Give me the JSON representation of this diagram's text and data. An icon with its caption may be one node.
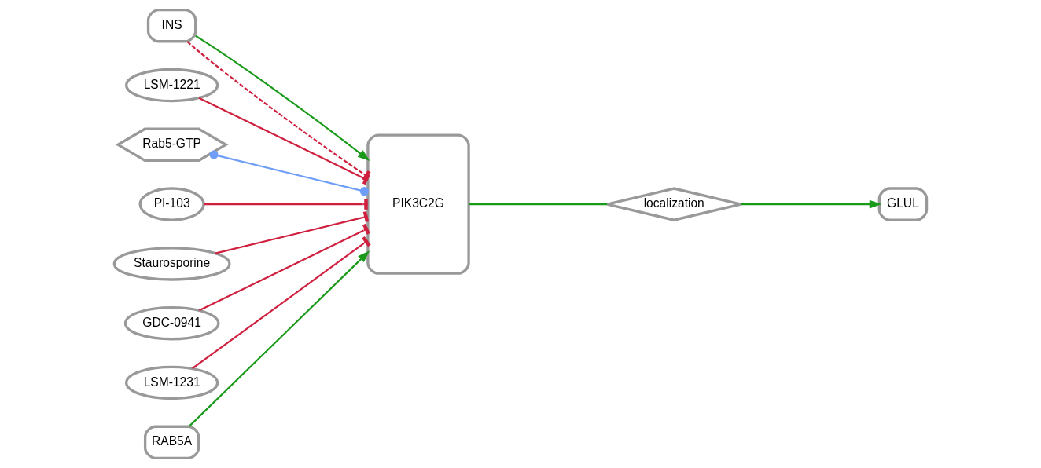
{
  "diagram": {
    "nodes": [
      {
        "text": [
          "INS"
        ]
      },
      {
        "text": [
          "LSM-1221"
        ]
      },
      {
        "text": [
          "Rab5-GTP"
        ]
      },
      {
        "text": [
          "PI-103"
        ]
      },
      {
        "text": [
          "Staurosporine"
        ]
      },
      {
        "text": [
          "GDC-0941"
        ]
      },
      {
        "text": [
          "LSM-1231"
        ]
      },
      {
        "text": [
          "RAB5A"
        ]
      },
      {
        "text": [
          "PIK3C2G"
        ]
      },
      {
        "text": [
          "localization"
        ]
      },
      {
        "text": [
          "GLUL"
        ]
      }
    ],
    "edges": [
      {
        "from": 0,
        "to": 8,
        "arrow": "other",
        "style": "dashed"
      },
      {
        "from": 0,
        "to": 8,
        "arrow": "to",
        "color": "#1a9a1a"
      },
      {
        "from": 1,
        "to": 8,
        "arrow": "other"
      },
      {
        "from": 4,
        "to": 8,
        "arrow": "other"
      },
      {
        "from": 3,
        "to": 8,
        "arrow": "other"
      },
      {
        "from": 5,
        "to": 8,
        "arrow": "other"
      },
      {
        "from": 6,
        "to": 8,
        "arrow": "other"
      },
      {
        "from": 7,
        "to": 8,
        "arrow": "to",
        "color": "#1a9a1a"
      },
      {
        "from": 2,
        "to": 8,
        "arrow": "other",
        "color": "#6f9ef8"
      },
      {
        "from": 8,
        "to": 9,
        "arrow": "none",
        "color": "#1a9a1a"
      },
      {
        "from": 9,
        "to": 10,
        "arrow": "to",
        "color": "#1a9a1a"
      }
    ]
  }
}
